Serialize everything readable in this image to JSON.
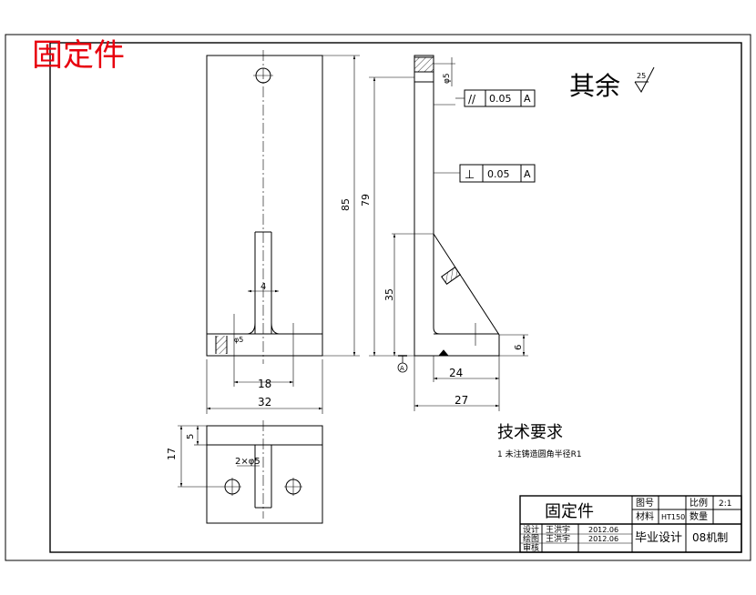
{
  "part_title": "固定件",
  "roughness_note": {
    "text": "其余",
    "value": "25"
  },
  "front_view": {
    "dim_85": "85",
    "dim_4": "4",
    "dim_18": "18",
    "dim_32": "32",
    "hole_symbol": "φ5"
  },
  "side_view": {
    "dim_79": "79",
    "dim_35": "35",
    "dim_24": "24",
    "dim_27": "27",
    "dim_6": "6",
    "dim_phi5": "φ5",
    "datum_label": "A",
    "tolerance_parallel": {
      "symbol": "//",
      "value": "0.05",
      "datum": "A"
    },
    "tolerance_perpendicular": {
      "symbol": "⊥",
      "value": "0.05",
      "datum": "A"
    }
  },
  "top_view": {
    "dim_5": "5",
    "dim_17": "17",
    "dim_holes": "2×φ5"
  },
  "technical_requirements": {
    "heading": "技术要求",
    "items": [
      "1 未注铸造圆角半径R1"
    ]
  },
  "title_block": {
    "part_name": "固定件",
    "label_drawing_no": "图号",
    "label_scale": "比例",
    "scale_value": "2:1",
    "label_material": "材料",
    "material_value": "HT150",
    "label_quantity": "数量",
    "label_design": "设计",
    "designer": "王洪宇",
    "design_date": "2012.06",
    "label_draw": "绘图",
    "drafter": "王洪宇",
    "draw_date": "2012.06",
    "label_review": "审核",
    "project": "毕业设计",
    "class_name": "08机制"
  }
}
